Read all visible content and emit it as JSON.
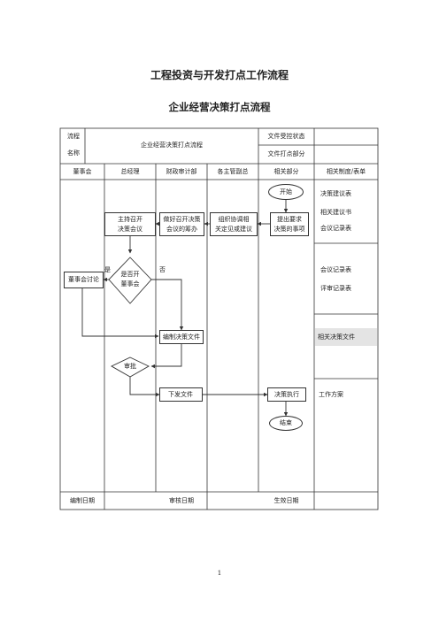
{
  "title_main": "工程投资与开发打点工作流程",
  "title_sub": "企业经营决策打点流程",
  "header": {
    "process_label_1": "流程",
    "process_label_2": "名称",
    "process_name": "企业经营决策打点流程",
    "file_owner_label": "文件受控状态",
    "file_dept_label": "文件打点部分"
  },
  "columns": [
    "董事会",
    "总经理",
    "财政审计部",
    "各主管副总",
    "相关部分",
    "相关制度/表单"
  ],
  "nodes": {
    "start": "开始",
    "gm_host_1": "主持召开",
    "gm_host_2": "决策会议",
    "fin_prepare_1": "做好召开决策",
    "fin_prepare_2": "会议的筹办",
    "vp_organize_1": "组织协调相",
    "vp_organize_2": "关定见或建议",
    "dept_propose_1": "提出要求",
    "dept_propose_2": "决策的事项",
    "decision_1": "是否开",
    "decision_2": "董事会",
    "yes": "是",
    "no": "否",
    "board_discuss": "董事会讨论",
    "compile_docs": "编制决策文件",
    "approve": "审批",
    "issue_docs": "下发文件",
    "execute": "决策执行",
    "end": "结束"
  },
  "forms": {
    "group1": [
      "决策建议表",
      "相关建议书",
      "会议记录表"
    ],
    "group2": [
      "会议记录表",
      "评审记录表"
    ],
    "group3": "相关决策文件",
    "group4": "工作方案"
  },
  "footer": {
    "compiled_date": "编制日期",
    "reviewed_date": "审核日期",
    "effective_date": "生效日期"
  },
  "page_number": "1"
}
